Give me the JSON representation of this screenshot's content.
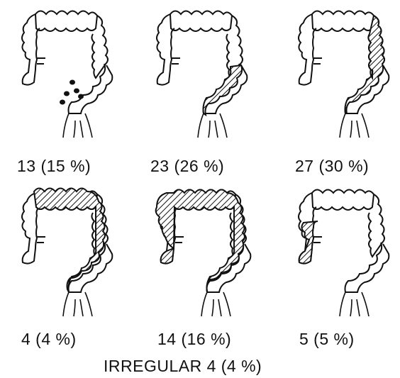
{
  "panels": [
    {
      "caption": "13 (15 %)",
      "shading": "dots"
    },
    {
      "caption": "23 (26 %)",
      "shading": "descending-sigmoid"
    },
    {
      "caption": "27 (30 %)",
      "shading": "left-colon"
    },
    {
      "caption": "4 (4 %)",
      "shading": "distal-transverse-to-sigmoid"
    },
    {
      "caption": "14 (16 %)",
      "shading": "total-colon"
    },
    {
      "caption": "5 (5 %)",
      "shading": "cecum"
    }
  ],
  "footer": "IRREGULAR 4 (4 %)",
  "colors": {
    "ink": "#111111",
    "background": "#ffffff"
  }
}
